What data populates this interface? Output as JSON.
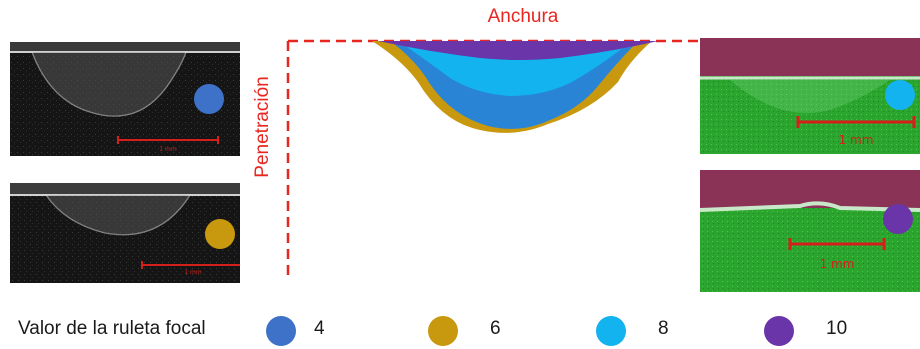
{
  "labels": {
    "width": "Anchura",
    "penetration": "Penetración"
  },
  "legend": {
    "title": "Valor de la ruleta focal",
    "items": [
      {
        "value": "4",
        "color": "#3d72c8"
      },
      {
        "value": "6",
        "color": "#c8990e"
      },
      {
        "value": "8",
        "color": "#12b3ef"
      },
      {
        "value": "10",
        "color": "#6a35a8"
      }
    ]
  },
  "micrographs": {
    "setting_4": {
      "scale_label": "1 mm",
      "dot_color": "#3d72c8"
    },
    "setting_6": {
      "scale_label": "1 mm",
      "dot_color": "#c8990e"
    },
    "setting_8": {
      "scale_label": "1 mm",
      "dot_color": "#12b3ef"
    },
    "setting_10": {
      "scale_label": "1 mm",
      "dot_color": "#6a35a8"
    }
  },
  "colors": {
    "annotation_red": "#e8261f",
    "profile_gold": "#c8990e",
    "profile_blue": "#2a84d6",
    "profile_lightblue": "#12b3ef",
    "profile_purple": "#6a35a8"
  }
}
